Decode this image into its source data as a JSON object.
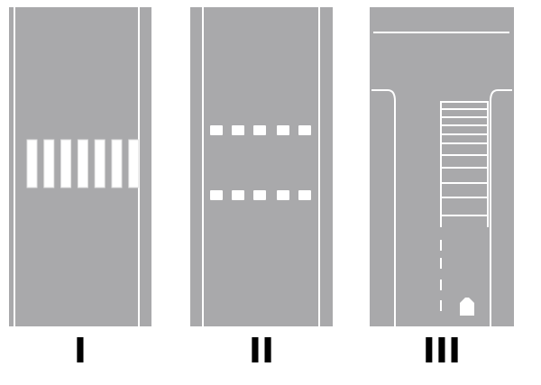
{
  "panels": [
    {
      "id": "I",
      "label": "I",
      "marking": "zebra-crossing"
    },
    {
      "id": "II",
      "label": "II",
      "marking": "dashed-stop-lines"
    },
    {
      "id": "III",
      "label": "III",
      "marking": "t-junction-crossing-with-arrow"
    }
  ],
  "colors": {
    "road": "#a9a9ab",
    "marking": "#ffffff",
    "label": "#000000"
  }
}
